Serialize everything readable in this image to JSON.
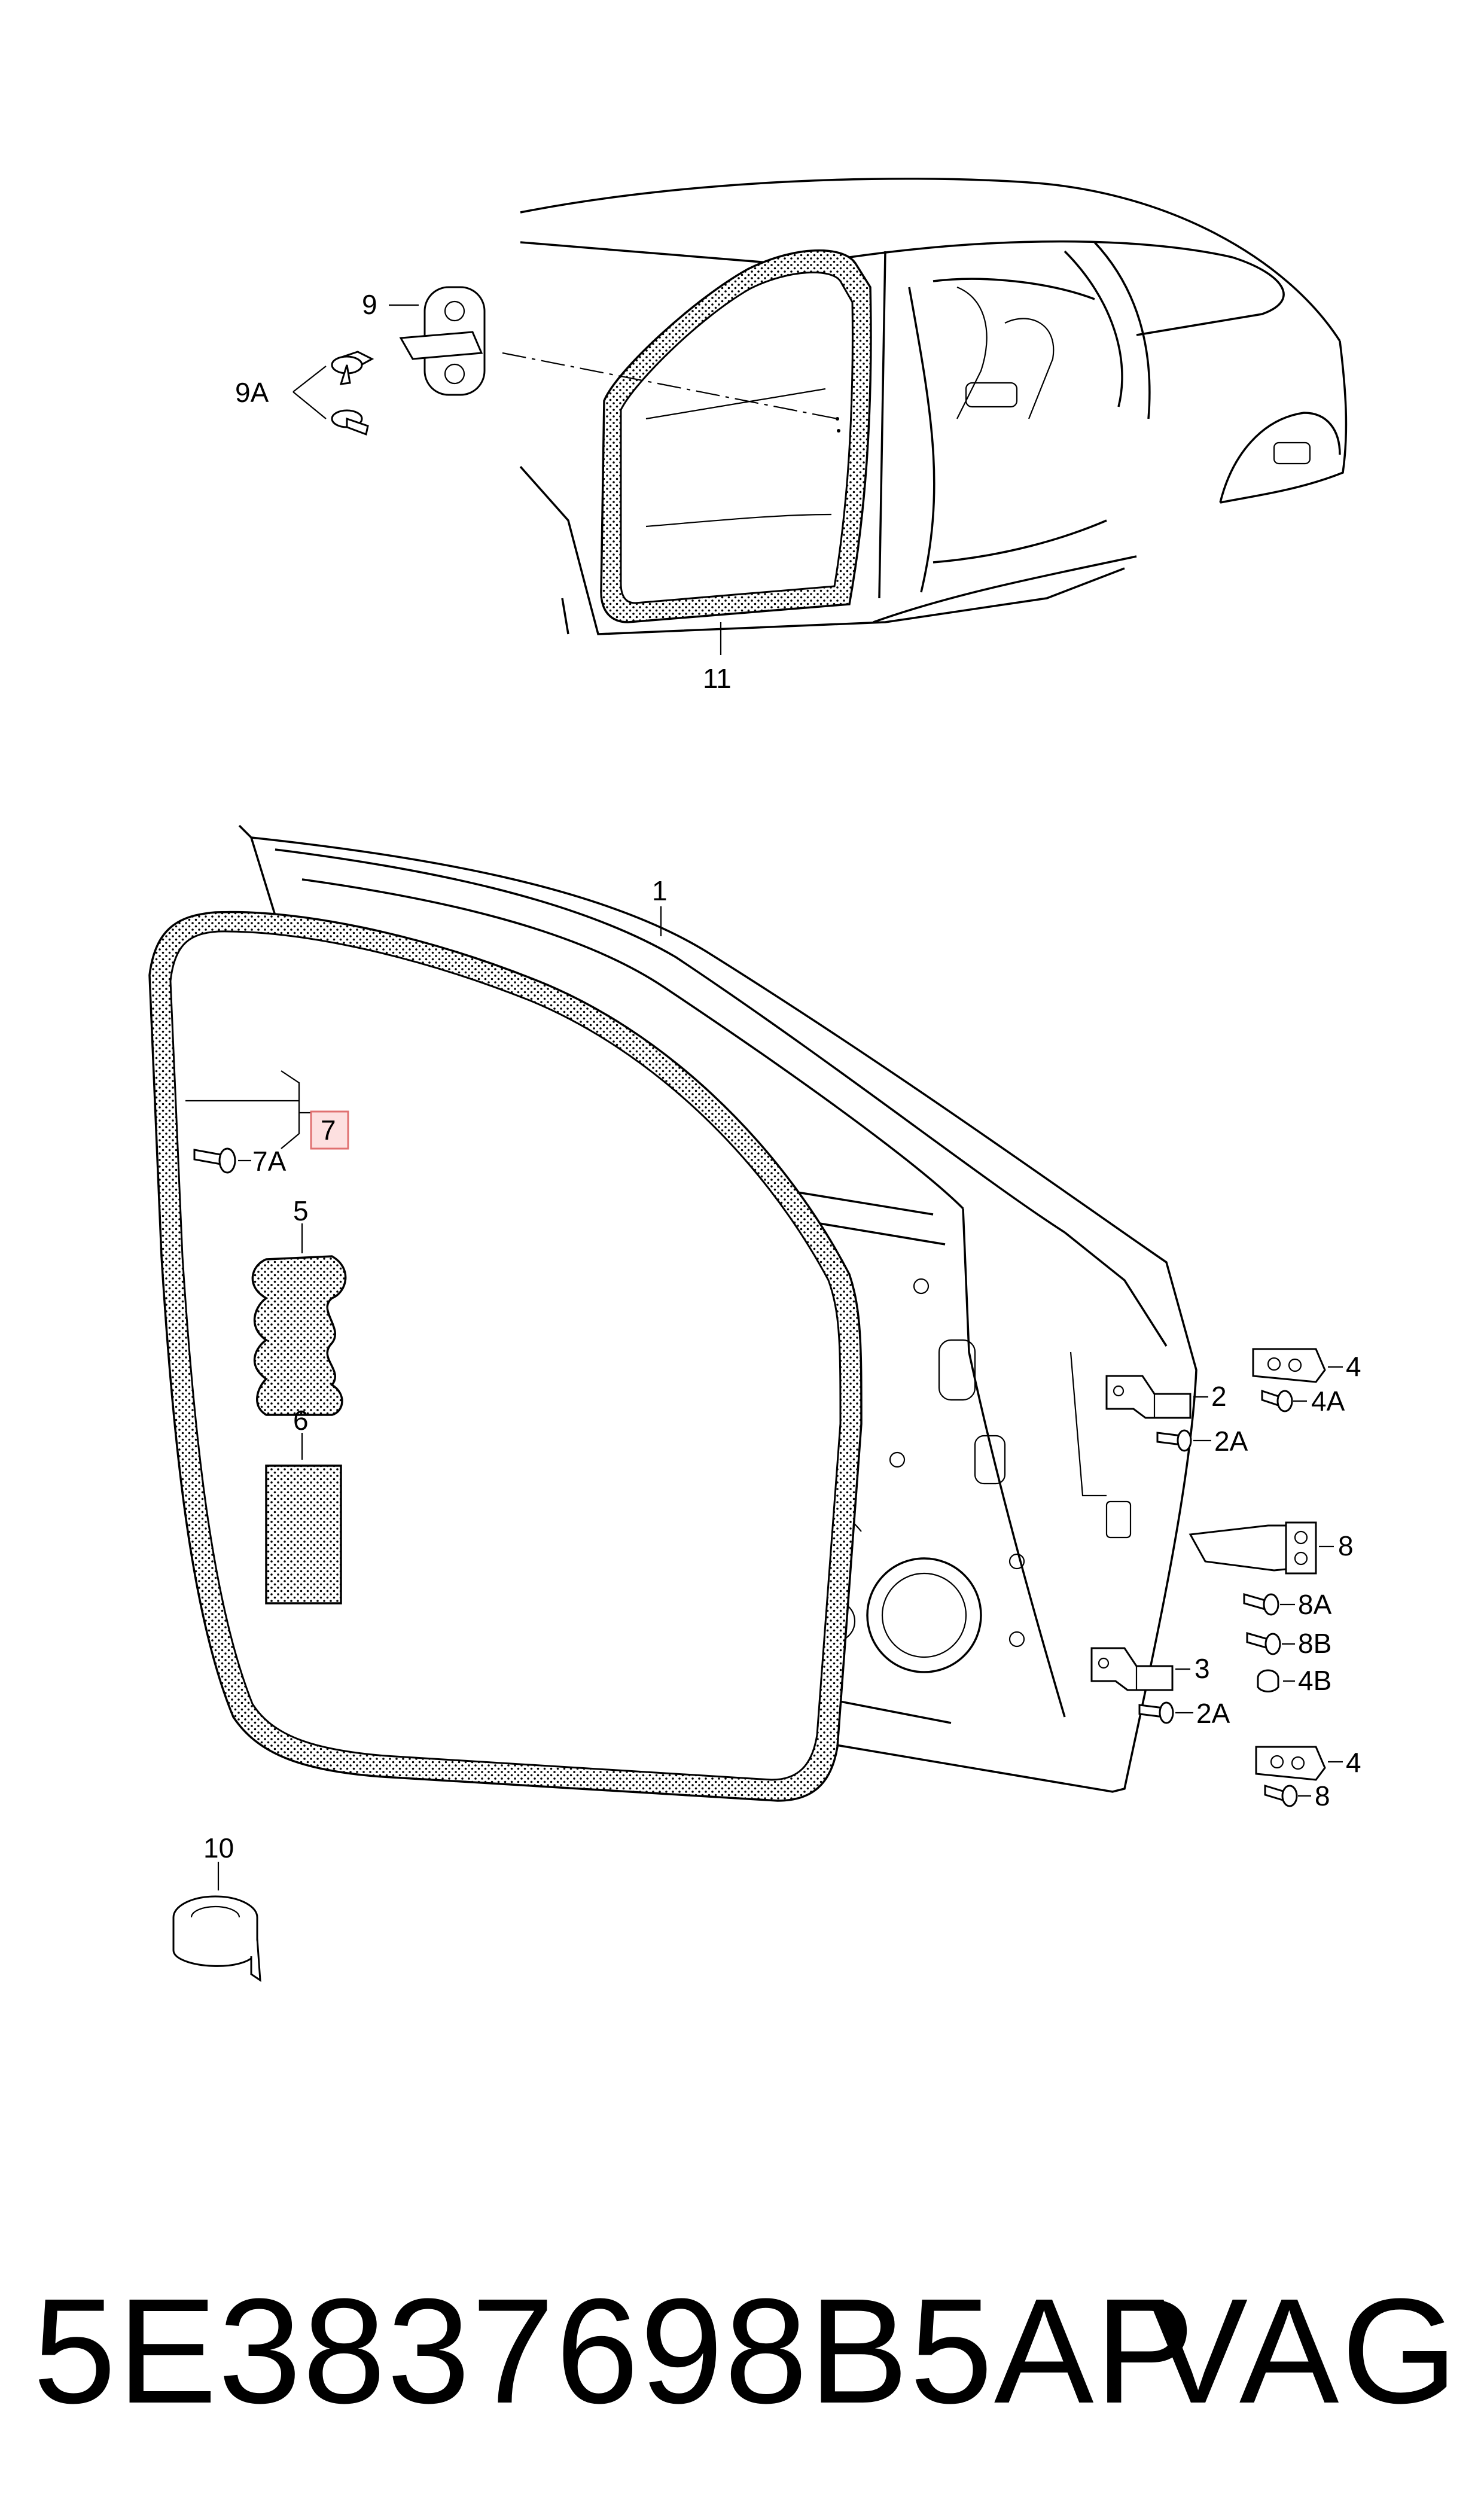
{
  "labels": {
    "l1": "1",
    "l2": "2",
    "l2A_top": "2A",
    "l3": "3",
    "l2A_bot": "2A",
    "l4_top": "4",
    "l4A": "4A",
    "l4_bot": "4",
    "l4B": "4B",
    "l5": "5",
    "l6": "6",
    "l7": "7",
    "l7A": "7A",
    "l8_top": "8",
    "l8A": "8A",
    "l8B": "8B",
    "l8_bot": "8",
    "l9": "9",
    "l9A": "9A",
    "l10": "10",
    "l11": "11"
  },
  "caption": {
    "part_number": "5E3837698B5AP",
    "brand": "VAG"
  },
  "colors": {
    "highlight_fill": "#fde0e0",
    "highlight_stroke": "#e07070",
    "line": "#000000"
  }
}
